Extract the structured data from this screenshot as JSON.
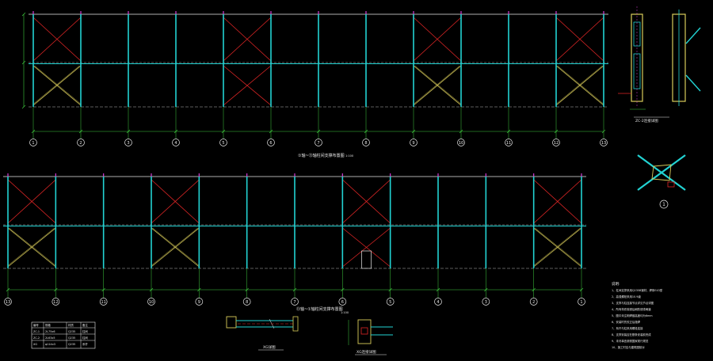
{
  "elevation_top": {
    "title": "①轴~⑬轴柱间支撑布置图",
    "scale": "1:100",
    "axes": [
      "1",
      "2",
      "3",
      "4",
      "5",
      "6",
      "7",
      "8",
      "9",
      "10",
      "11",
      "12",
      "13"
    ],
    "braced_bays_upper": [
      0,
      4,
      8,
      11
    ],
    "braced_bays_lower": [
      0,
      4,
      8,
      11
    ]
  },
  "elevation_bottom": {
    "title": "⑬轴~①轴柱间支撑布置图",
    "scale": "1:100",
    "axes": [
      "13",
      "12",
      "11",
      "10",
      "9",
      "8",
      "7",
      "6",
      "5",
      "4",
      "3",
      "2",
      "1"
    ],
    "braced_bays_upper": [
      0,
      3,
      7,
      11
    ],
    "braced_bays_lower": [
      0,
      3,
      7,
      11
    ],
    "door_bay": 7
  },
  "detail_top_right": {
    "title": "ZC-2连接详图"
  },
  "detail_bottom_left": {
    "title": "XG详图"
  },
  "detail_bottom_mid": {
    "title": "XG连接详图"
  },
  "node_label": "1",
  "notes": {
    "heading": "说明:",
    "lines": [
      "1、柱间支撑采用Q235B钢材，焊条E43型",
      "2、高强螺栓采用10.9级",
      "3、支撑与柱连接节点详见节点详图",
      "4、所有构件除锈后刷防锈漆两道",
      "5、图中未注明焊缝高度均为6mm",
      "6、安装时先校正后施焊",
      "7、系杆与柱采用螺栓连接",
      "8、支撑安装应在檩条安装前完成",
      "9、未尽事宜参照国家现行规范",
      "10、施工时应与建筑图核对"
    ]
  },
  "table": {
    "headers": [
      "编号",
      "规格",
      "材质",
      "备注"
    ],
    "rows": [
      [
        "ZC-1",
        "2L75x6",
        "Q235",
        "柱间"
      ],
      [
        "ZC-2",
        "2L63x5",
        "Q235",
        "柱间"
      ],
      [
        "XG",
        "φ114x3",
        "Q235",
        "系杆"
      ]
    ]
  }
}
